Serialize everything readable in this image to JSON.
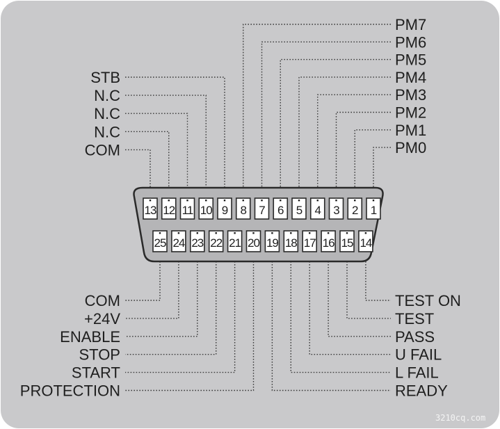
{
  "colors": {
    "panel": "#c9c9cb",
    "connector": "#b5b5b7",
    "pin_box": "#ffffff",
    "text": "#1e1e1e",
    "leader": "#3a3a3a"
  },
  "right_top_labels": [
    "PM7",
    "PM6",
    "PM5",
    "PM4",
    "PM3",
    "PM2",
    "PM1",
    "PM0"
  ],
  "left_top_labels": [
    "STB",
    "N.C",
    "N.C",
    "N.C",
    "COM"
  ],
  "top_row_pins": [
    "13",
    "12",
    "11",
    "10",
    "9",
    "8",
    "7",
    "6",
    "5",
    "4",
    "3",
    "2",
    "1"
  ],
  "bottom_row_pins": [
    "25",
    "24",
    "23",
    "22",
    "21",
    "20",
    "19",
    "18",
    "17",
    "16",
    "15",
    "14"
  ],
  "left_bottom_labels": [
    "COM",
    "+24V",
    "ENABLE",
    "STOP",
    "START",
    "PROTECTION"
  ],
  "right_bottom_labels": [
    "TEST ON",
    "TEST",
    "PASS",
    "U FAIL",
    "L FAIL",
    "READY"
  ],
  "watermark": "3210cq.com"
}
